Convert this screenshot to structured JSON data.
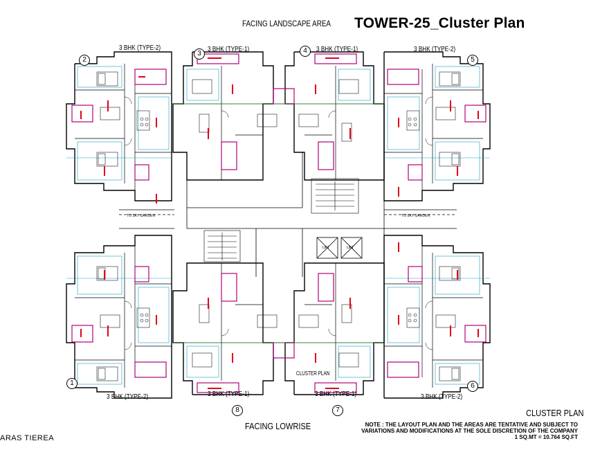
{
  "title": "TOWER-25_Cluster Plan",
  "top_facing": "FACING LANDSCAPE AREA",
  "bottom_facing": "FACING LOWRISE",
  "units": {
    "top_left": "3 BHK (TYPE-2)",
    "top_inner_left": "3 BHK (TYPE-1)",
    "top_inner_right": "3 BHK (TYPE-1)",
    "top_right": "3 BHK (TYPE-2)",
    "bottom_left": "3 BHK (TYPE-2)",
    "bottom_inner_left": "3 BHK (TYPE-1)",
    "bottom_inner_right": "3 BHK (TYPE-1)",
    "bottom_right": "3 BHK (TYPE-2)"
  },
  "unit_numbers": [
    "1",
    "2",
    "3",
    "4",
    "5",
    "6",
    "7",
    "8"
  ],
  "corridor_label": "TO SKY GARDEN",
  "lift_label": "LIFT",
  "cluster_tag": "CLUSTER PLAN",
  "cluster_plan_label": "CLUSTER PLAN",
  "note_lines": [
    "NOTE : THE LAYOUT PLAN AND THE AREAS ARE TENTATIVE AND SUBJECT TO",
    "VARIATIONS AND MODIFICATIONS AT THE SOLE DISCRETION OF THE COMPANY",
    "1 SQ.MT = 10.764 SQ.FT"
  ],
  "brand": "ARAS TIEREA",
  "colors": {
    "walls": "#000000",
    "dimension_text": "#e0001a",
    "balcony_outline": "#b0007a",
    "room_outline": "#14a0c8",
    "furniture": "#1a1a1a"
  }
}
